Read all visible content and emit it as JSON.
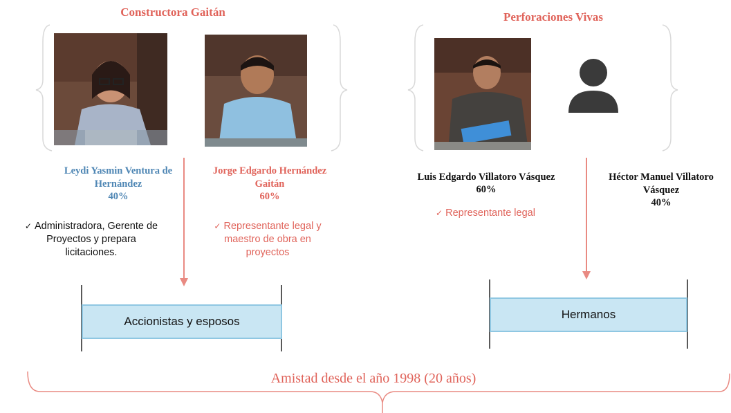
{
  "companies": [
    {
      "name": "Constructora Gaitán"
    },
    {
      "name": "Perforaciones Vivas"
    }
  ],
  "people": [
    {
      "name_line1": "Leydi Yasmin Ventura de",
      "name_line2": "Hernández",
      "share": "40%",
      "role_lines": [
        "Administradora, Gerente de",
        "Proyectos y prepara",
        "licitaciones."
      ],
      "check": "✓"
    },
    {
      "name_line1": "Jorge Edgardo Hernández",
      "name_line2": "Gaitán",
      "share": "60%",
      "role_lines": [
        "Representante legal y",
        "maestro de obra en",
        "proyectos"
      ],
      "check": "✓"
    },
    {
      "name_line1": "Luis Edgardo Villatoro Vásquez",
      "share": "60%",
      "role_lines": [
        "Representante legal"
      ],
      "check": "✓"
    },
    {
      "name_line1": "Héctor Manuel Villatoro",
      "name_line2": "Vásquez",
      "share": "40%"
    }
  ],
  "relations": {
    "left": "Accionistas y esposos",
    "right": "Hermanos"
  },
  "friendship": "Amistad desde el año 1998 (20 años)",
  "colors": {
    "accent_red": "#e0635a",
    "accent_blue": "#4e86b4",
    "box_fill": "#c9e6f3"
  },
  "icons": {
    "placeholder_person": "person-silhouette-icon"
  }
}
